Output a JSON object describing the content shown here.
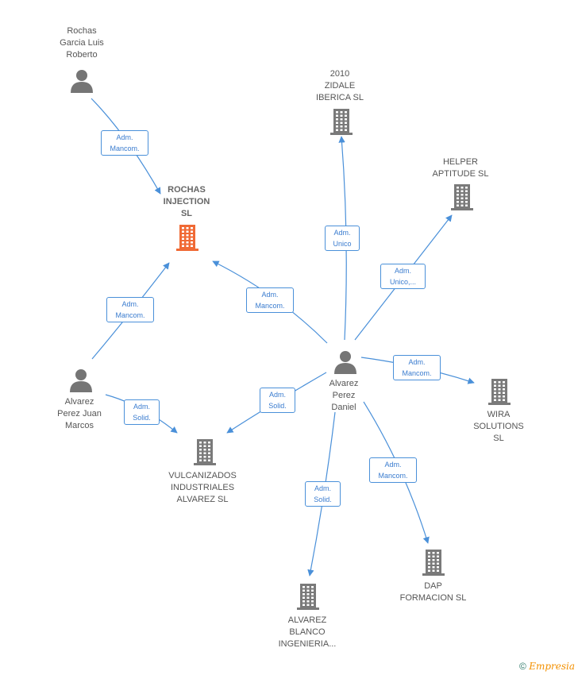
{
  "colors": {
    "edge": "#4a90d9",
    "person": "#757575",
    "company": "#7a7a7a",
    "company_main": "#f06a35"
  },
  "nodes": {
    "rochas_garcia": {
      "label": "Rochas\nGarcia Luis\nRoberto",
      "icon": "person-icon"
    },
    "zidale": {
      "label": "2010\nZIDALE\nIBERICA SL",
      "icon": "building-icon"
    },
    "helper": {
      "label": "HELPER\nAPTITUDE  SL",
      "icon": "building-icon"
    },
    "rochas_injection": {
      "label": "ROCHAS\nINJECTION\nSL",
      "icon": "building-icon"
    },
    "alvarez_daniel": {
      "label": "Alvarez\nPerez\nDaniel",
      "icon": "person-icon"
    },
    "alvarez_juan": {
      "label": "Alvarez\nPerez Juan\nMarcos",
      "icon": "person-icon"
    },
    "wira": {
      "label": "WIRA\nSOLUTIONS\nSL",
      "icon": "building-icon"
    },
    "vulcanizados": {
      "label": "VULCANIZADOS\nINDUSTRIALES\nALVAREZ SL",
      "icon": "building-icon"
    },
    "dap": {
      "label": "DAP\nFORMACION SL",
      "icon": "building-icon"
    },
    "alvarez_blanco": {
      "label": "ALVAREZ\nBLANCO\nINGENIERIA...",
      "icon": "building-icon"
    }
  },
  "edges": [
    {
      "label": "Adm.\nMancom."
    },
    {
      "label": "Adm.\nUnico"
    },
    {
      "label": "Adm.\nUnico,..."
    },
    {
      "label": "Adm.\nMancom."
    },
    {
      "label": "Adm.\nMancom."
    },
    {
      "label": "Adm.\nMancom."
    },
    {
      "label": "Adm.\nSolid."
    },
    {
      "label": "Adm.\nSolid."
    },
    {
      "label": "Adm.\nMancom."
    },
    {
      "label": "Adm.\nSolid."
    }
  ],
  "footer": {
    "copyright": "©",
    "brand": "Empresia"
  }
}
